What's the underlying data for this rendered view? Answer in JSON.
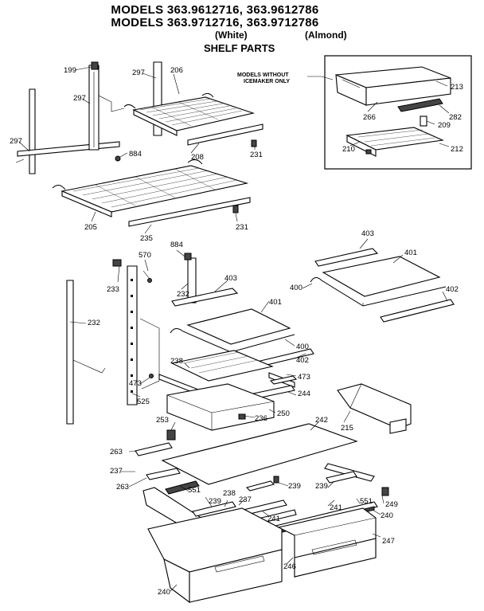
{
  "header": {
    "line1": "MODELS 363.9612716, 363.9612786",
    "line2": "MODELS 363.9712716, 363.9712786",
    "variant_white": "(White)",
    "variant_almond": "(Almond)",
    "section_title": "SHELF PARTS"
  },
  "inset_note": {
    "line1": "MODELS WITHOUT",
    "line2": "ICEMAKER ONLY"
  },
  "part_labels": {
    "p199": "199",
    "p297a": "297",
    "p297b": "297",
    "p297c": "297",
    "p206": "206",
    "p884a": "884",
    "p208": "208",
    "p231a": "231",
    "p205": "205",
    "p235": "235",
    "p231b": "231",
    "p213": "213",
    "p266": "266",
    "p282": "282",
    "p209": "209",
    "p210": "210",
    "p212": "212",
    "p570": "570",
    "p884b": "884",
    "p233": "233",
    "p232a": "232",
    "p403a": "403",
    "p401a": "401",
    "p232b": "232",
    "p400a": "400",
    "p402a": "402",
    "p238a": "238",
    "p473a": "473",
    "p473b": "473",
    "p525": "525",
    "p244": "244",
    "p236": "236",
    "p250": "250",
    "p253": "253",
    "p242": "242",
    "p215": "215",
    "p263a": "263",
    "p237a": "237",
    "p263b": "263",
    "p551a": "551",
    "p239a": "239",
    "p239b": "239",
    "p239c": "239",
    "p238b": "238",
    "p237b": "237",
    "p241a": "241",
    "p241b": "241",
    "p551b": "551",
    "p249": "249",
    "p240a": "240",
    "p247": "247",
    "p246": "246",
    "p240b": "240",
    "p403b": "403",
    "p401b": "401",
    "p400b": "400",
    "p402b": "402"
  }
}
